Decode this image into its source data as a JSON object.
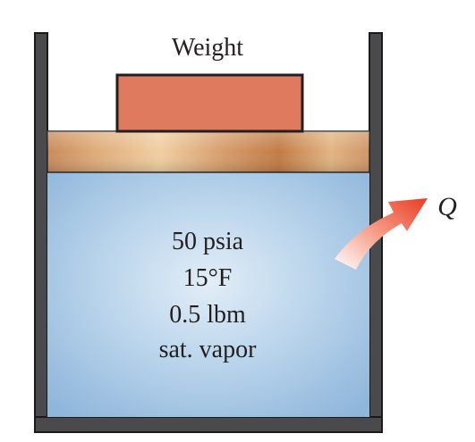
{
  "weight_label": "Weight",
  "heat_label": "Q",
  "state": {
    "pressure": "50 psia",
    "temperature": "15°F",
    "mass": "0.5 lbm",
    "phase": "sat. vapor"
  },
  "colors": {
    "wall": "#4a4a4c",
    "weight": "#e07a5f",
    "piston": "#d9a36a",
    "vapor": "#a9c9e6",
    "arrow": "#ee4d35"
  }
}
